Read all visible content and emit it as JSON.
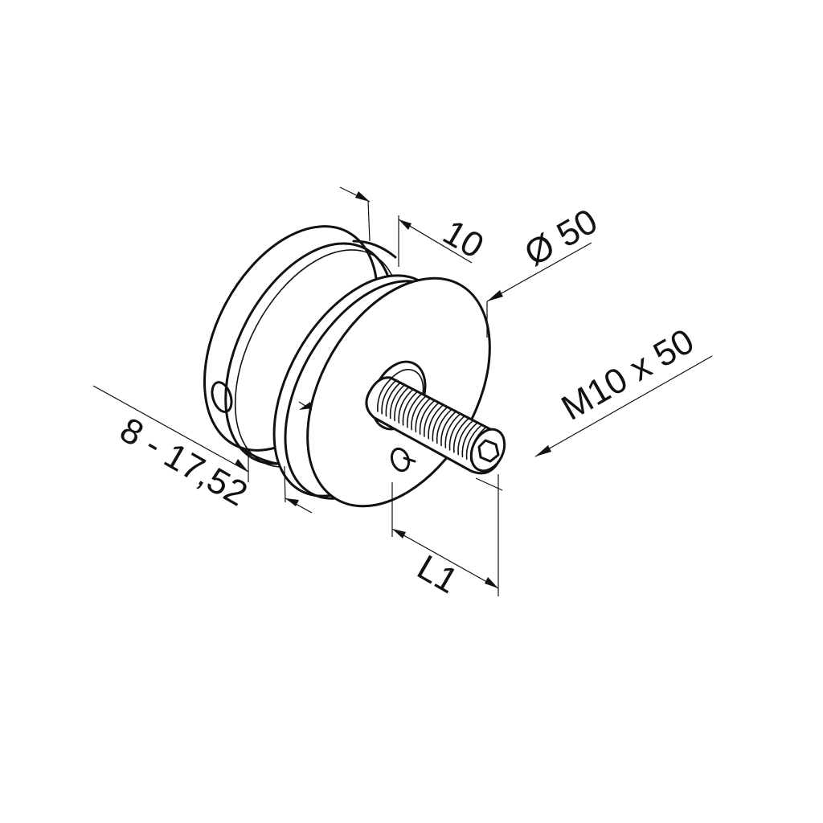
{
  "dimensions": {
    "thickness": "10",
    "diameter": "Ø 50",
    "bolt": "M10 x 50",
    "glass_range": "8 - 17,52",
    "length": "L1"
  }
}
